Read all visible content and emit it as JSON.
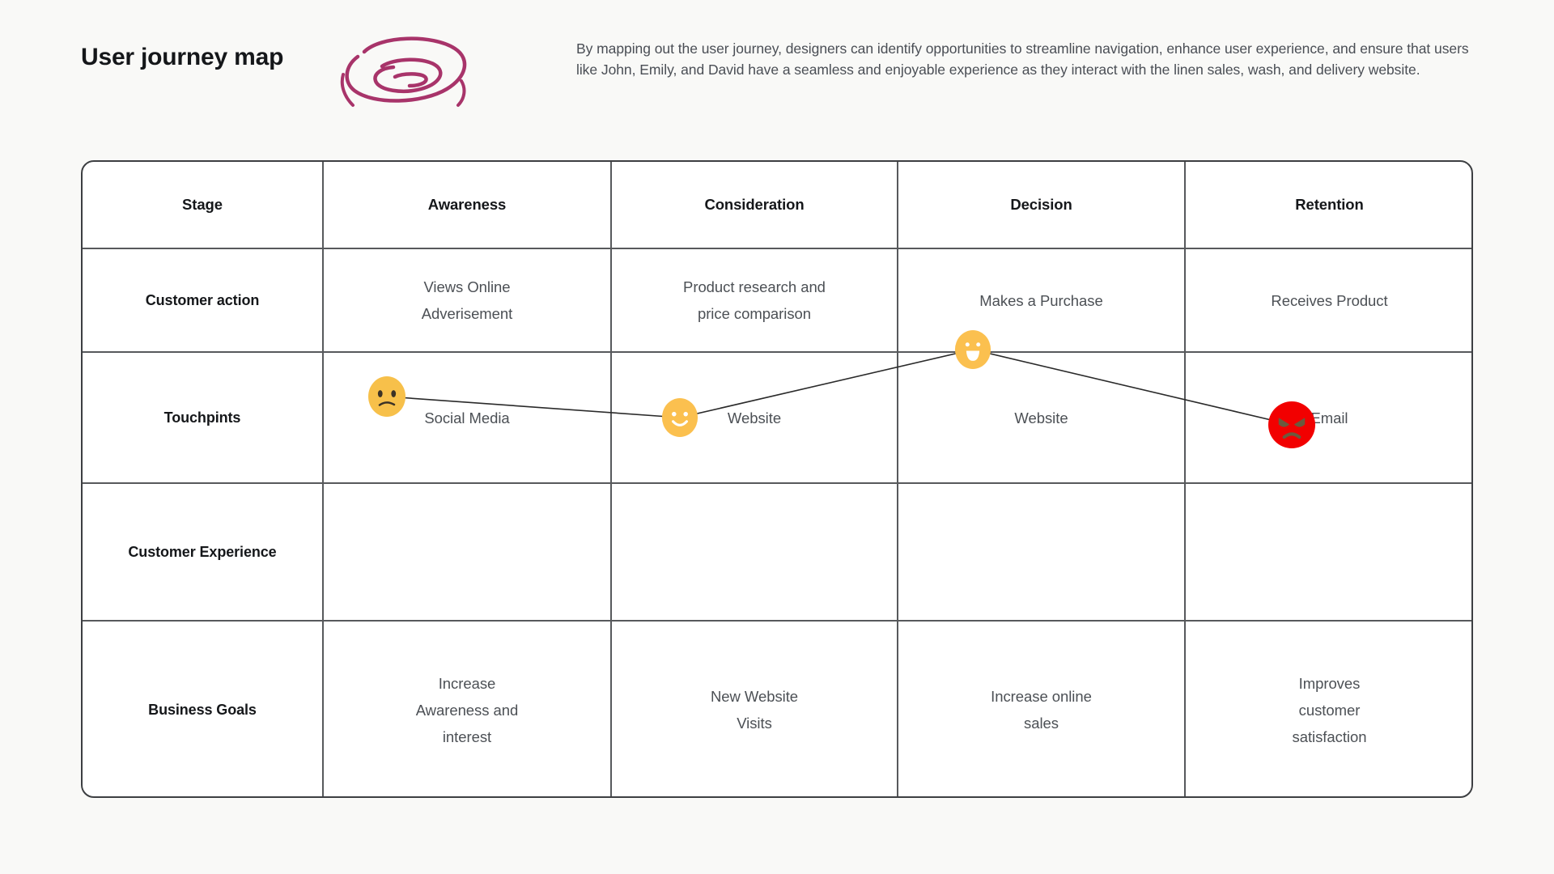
{
  "header": {
    "title": "User journey map",
    "logo_icon": "spiral-swirl-icon",
    "logo_color": "#a8346a",
    "intro": "By mapping out the user journey, designers can identify opportunities to streamline navigation, enhance user experience, and ensure that users like John, Emily, and David have a seamless and enjoyable experience as they interact with the linen sales, wash, and delivery website."
  },
  "table": {
    "columns": [
      "Stage",
      "Awareness",
      "Consideration",
      "Decision",
      "Retention"
    ],
    "rows": [
      {
        "label": "Customer action",
        "cells": [
          [
            "Views Online",
            "Adverisement"
          ],
          [
            "Product research and",
            "price comparison"
          ],
          [
            "Makes a Purchase"
          ],
          [
            "Receives Product"
          ]
        ]
      },
      {
        "label": "Touchpints",
        "cells": [
          [
            "Social Media"
          ],
          [
            "Website"
          ],
          [
            "Website"
          ],
          [
            "Email"
          ]
        ]
      },
      {
        "label": "Customer Experience",
        "cells": [
          [],
          [],
          [],
          []
        ]
      },
      {
        "label": "Business Goals",
        "cells": [
          [
            "Increase",
            "Awareness and",
            "interest"
          ],
          [
            "New Website",
            "Visits"
          ],
          [
            "Increase online",
            "sales"
          ],
          [
            "Improves",
            "customer",
            "satisfaction"
          ]
        ]
      }
    ]
  },
  "chart_data": {
    "type": "line",
    "title": "Customer Experience",
    "categories": [
      "Awareness",
      "Consideration",
      "Decision",
      "Retention"
    ],
    "values": [
      2,
      1,
      3,
      0
    ],
    "ylim": [
      0,
      3
    ],
    "grid": false,
    "legend": false,
    "xlabel": "",
    "ylabel": "",
    "points": [
      {
        "category": "Awareness",
        "sentiment": "slightly-unhappy",
        "emoji_icon": "frowning-face-icon",
        "face_color": "#f7c04a",
        "feature_color": "#3b3226",
        "value": 2,
        "x": 578,
        "y": 688,
        "radius": 25
      },
      {
        "category": "Consideration",
        "sentiment": "happy",
        "emoji_icon": "smiling-face-icon",
        "face_color": "#fbc04f",
        "feature_color": "#ffffff",
        "value": 1,
        "x": 940,
        "y": 714,
        "radius": 24
      },
      {
        "category": "Decision",
        "sentiment": "very-happy",
        "emoji_icon": "grinning-face-icon",
        "face_color": "#fbc04f",
        "feature_color": "#ffffff",
        "value": 3,
        "x": 1302,
        "y": 630,
        "radius": 24
      },
      {
        "category": "Retention",
        "sentiment": "angry",
        "emoji_icon": "angry-face-icon",
        "face_color": "#f20000",
        "feature_color": "#6b5a3e",
        "value": 0,
        "x": 1696,
        "y": 723,
        "radius": 29
      }
    ],
    "line_color": "#2a2a2a"
  }
}
